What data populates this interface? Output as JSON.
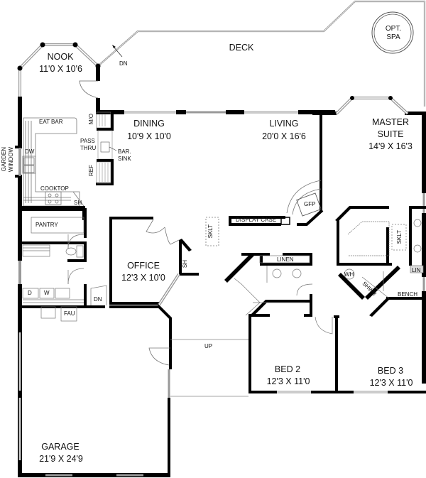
{
  "plan": {
    "type": "residential floor plan",
    "rooms": [
      {
        "id": "nook",
        "name": "NOOK",
        "dimensions": "11'0 X 10'6"
      },
      {
        "id": "dining",
        "name": "DINING",
        "dimensions": "10'9 X 10'0"
      },
      {
        "id": "living",
        "name": "LIVING",
        "dimensions": "20'0 X 16'6"
      },
      {
        "id": "master",
        "name": "MASTER",
        "name2": "SUITE",
        "dimensions": "14'9 X 16'3"
      },
      {
        "id": "office",
        "name": "OFFICE",
        "dimensions": "12'3 X 10'0"
      },
      {
        "id": "bed2",
        "name": "BED 2",
        "dimensions": "12'3 X 11'0"
      },
      {
        "id": "bed3",
        "name": "BED 3",
        "dimensions": "12'3 X 11'0"
      },
      {
        "id": "garage",
        "name": "GARAGE",
        "dimensions": "21'9 X 24'9"
      }
    ],
    "deck": {
      "label": "DECK",
      "stair_label": "DN"
    },
    "spa": {
      "line1": "OPT.",
      "line2": "SPA"
    },
    "kitchen": {
      "eat_bar": "EAT BAR",
      "dishwasher": "DW",
      "cooktop": "COOKTOP",
      "shelf": "SH",
      "garden_window_1": "GARDEN",
      "garden_window_2": "WINDOW",
      "microwave": "M/O",
      "pass_thru_1": "PASS",
      "pass_thru_2": "THRU",
      "bar_sink_1": "BAR.",
      "bar_sink_2": "SINK",
      "fridge": "REF"
    },
    "utility": {
      "pantry": "PANTRY",
      "dryer": "D",
      "washer": "W",
      "furnace": "FAU",
      "garage_stair": "DN"
    },
    "hall": {
      "skylight": "SKLT",
      "office_shelf": "SH",
      "display_case": "DISPLAY CASE",
      "fireplace": "GFP",
      "linen": "LINEN",
      "up": "UP"
    },
    "master_bath": {
      "skylight": "SKLT",
      "linen": "LIN",
      "water_heater": "WH",
      "shower": "SHWR",
      "bench": "BENCH"
    },
    "colors": {
      "wall": "#000000",
      "window": "#9a9a9a",
      "fixture": "#555555",
      "background": "#ffffff"
    }
  }
}
